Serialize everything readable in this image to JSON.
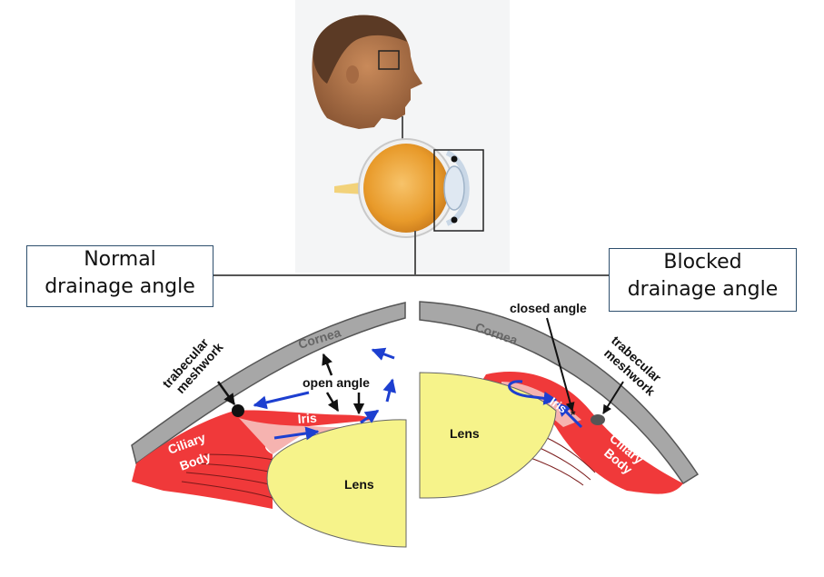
{
  "callouts": {
    "normal": [
      "Normal",
      "drainage angle"
    ],
    "blocked": [
      "Blocked",
      "drainage angle"
    ]
  },
  "labels": {
    "cornea_left": "Cornea",
    "cornea_right": "Cornea",
    "trabecular_left": [
      "trabecular",
      "meshwork"
    ],
    "trabecular_right": [
      "trabecular",
      "meshwork"
    ],
    "open_angle": "open angle",
    "closed_angle": "closed angle",
    "iris_left": "Iris",
    "iris_right": "Iris",
    "ciliary_left": [
      "Ciliary",
      "Body"
    ],
    "ciliary_right": [
      "Ciliary",
      "Body"
    ],
    "lens_left": "Lens",
    "lens_right": "Lens"
  },
  "colors": {
    "tissue_red": "#f0393a",
    "tissue_pink": "#f6b3b0",
    "cornea_gray": "#a7a7a7",
    "lens_yellow": "#f6f38a",
    "flow_blue": "#1d3fd0",
    "connector": "#555555"
  }
}
